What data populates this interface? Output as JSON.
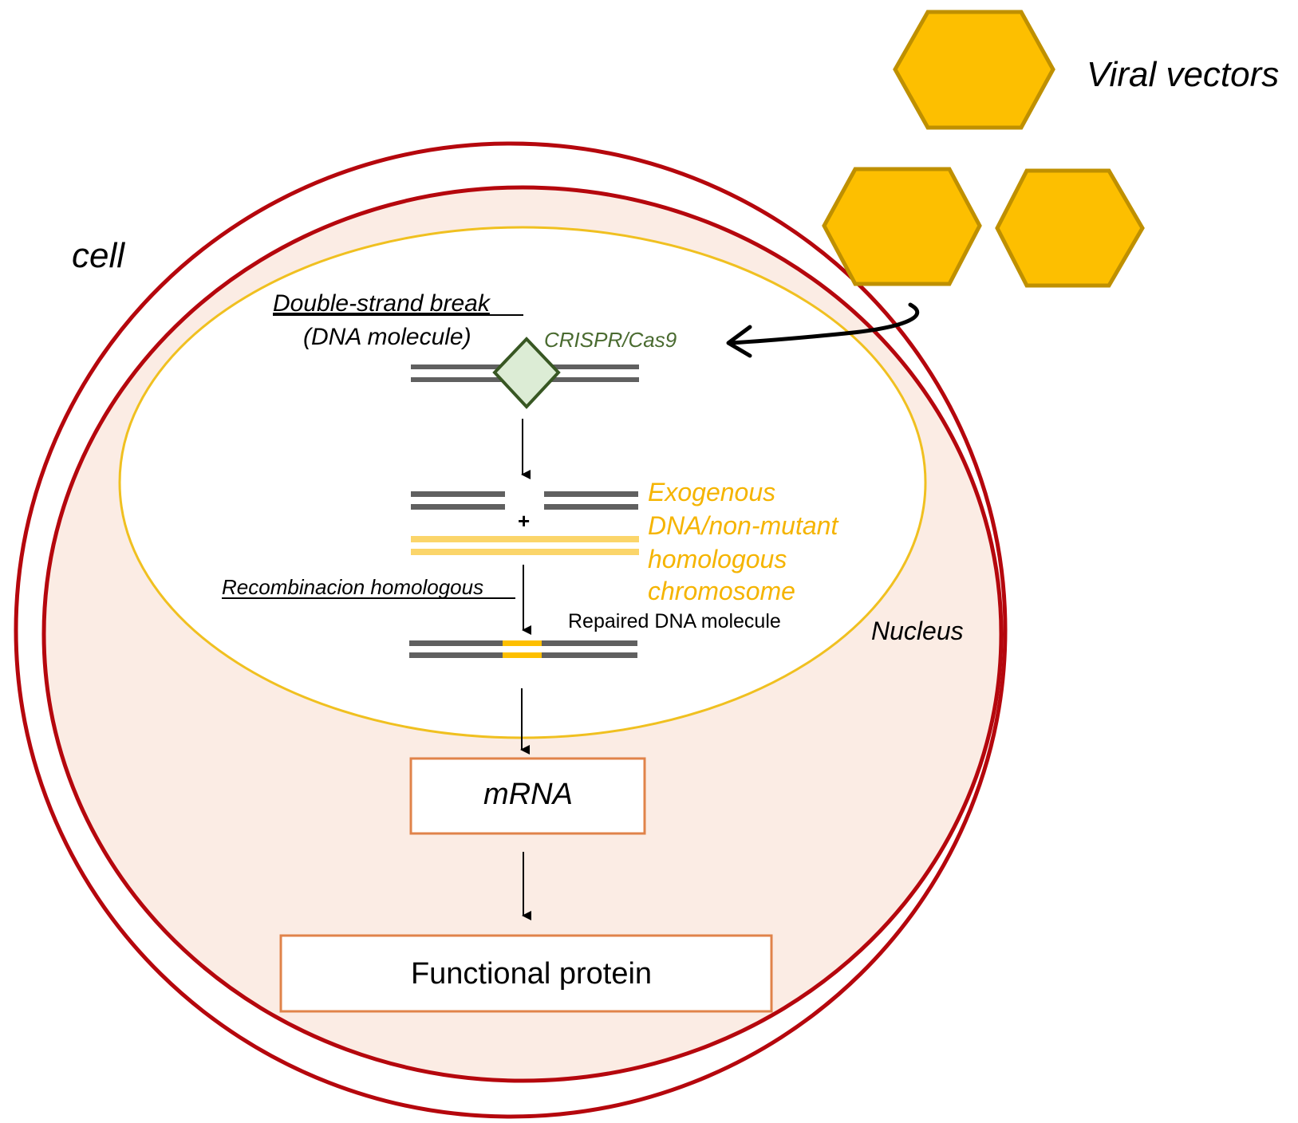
{
  "title_labels": {
    "viral_vectors": "Viral vectors",
    "cell": "cell",
    "nucleus": "Nucleus"
  },
  "steps": {
    "double_strand_break": "Double-strand break",
    "dna_molecule": "(DNA molecule)",
    "crispr": "CRISPR/Cas9",
    "plus": "+",
    "exogenous_lines": [
      "Exogenous",
      "DNA/non-mutant",
      "homologous",
      "chromosome"
    ],
    "recombination": "Recombinacion homologous",
    "repaired": "Repaired DNA molecule",
    "mrna": "mRNA",
    "protein": "Functional protein"
  },
  "colors": {
    "cell_membrane": "#b5070d",
    "cytoplasm_fill": "#fbece4",
    "nucleus_outline": "#f0c020",
    "vector_fill": "#fdbf00",
    "vector_stroke": "#bf9000",
    "dna_strand": "#606060",
    "exogenous_dna": "#fbd56a",
    "insert_dna": "#fdbf00",
    "crispr_fill": "#dcecd5",
    "crispr_stroke": "#385723",
    "crispr_text": "#4a6b30",
    "exogenous_text": "#f5b400",
    "box_stroke": "#e0834a",
    "arrow": "#000000"
  }
}
